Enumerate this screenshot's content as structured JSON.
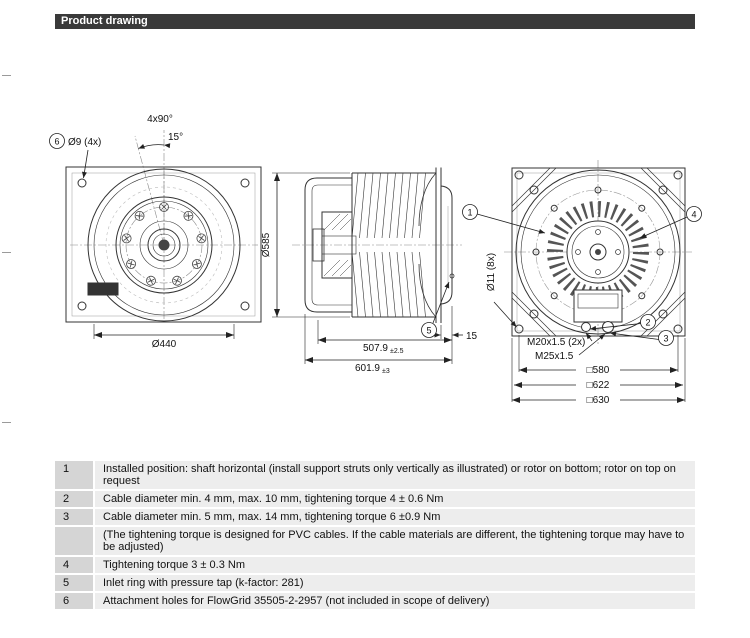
{
  "page": {
    "title": "Product drawing"
  },
  "front_view": {
    "callout_6": "6",
    "holes_label": "Ø9 (4x)",
    "angle_label_1": "4x90°",
    "angle_label_2": "15°",
    "diameter_label": "Ø440"
  },
  "side_view": {
    "diameter_label": "Ø585",
    "depth1_value": "507.9",
    "depth1_tol": "±2.5",
    "depth2_value": "601.9",
    "depth2_tol": "±3",
    "offset_label": "15",
    "callout_5": "5"
  },
  "rear_view": {
    "callout_1": "1",
    "callout_2": "2",
    "callout_3": "3",
    "callout_4": "4",
    "holes_label": "Ø11 (8x)",
    "thread_label_1": "M20x1.5 (2x)",
    "thread_label_2": "M25x1.5",
    "square_580": "□580",
    "square_622": "□622",
    "square_630": "□630"
  },
  "notes": {
    "rows": [
      {
        "num": "1",
        "text": "Installed position: shaft horizontal (install support struts only vertically as illustrated) or rotor on bottom; rotor on top on request"
      },
      {
        "num": "2",
        "text": "Cable diameter min. 4 mm, max. 10 mm, tightening torque 4 ± 0.6 Nm"
      },
      {
        "num": "3",
        "text": "Cable diameter min. 5 mm, max. 14 mm, tightening torque 6 ±0.9 Nm"
      },
      {
        "num": "",
        "text": "(The tightening torque is designed for PVC cables. If the cable materials are different, the tightening torque may have to be adjusted)"
      },
      {
        "num": "4",
        "text": "Tightening torque 3 ± 0.3 Nm"
      },
      {
        "num": "5",
        "text": "Inlet ring with pressure tap (k-factor: 281)"
      },
      {
        "num": "6",
        "text": "Attachment holes for FlowGrid 35505-2-2957 (not included in scope of delivery)"
      }
    ]
  }
}
